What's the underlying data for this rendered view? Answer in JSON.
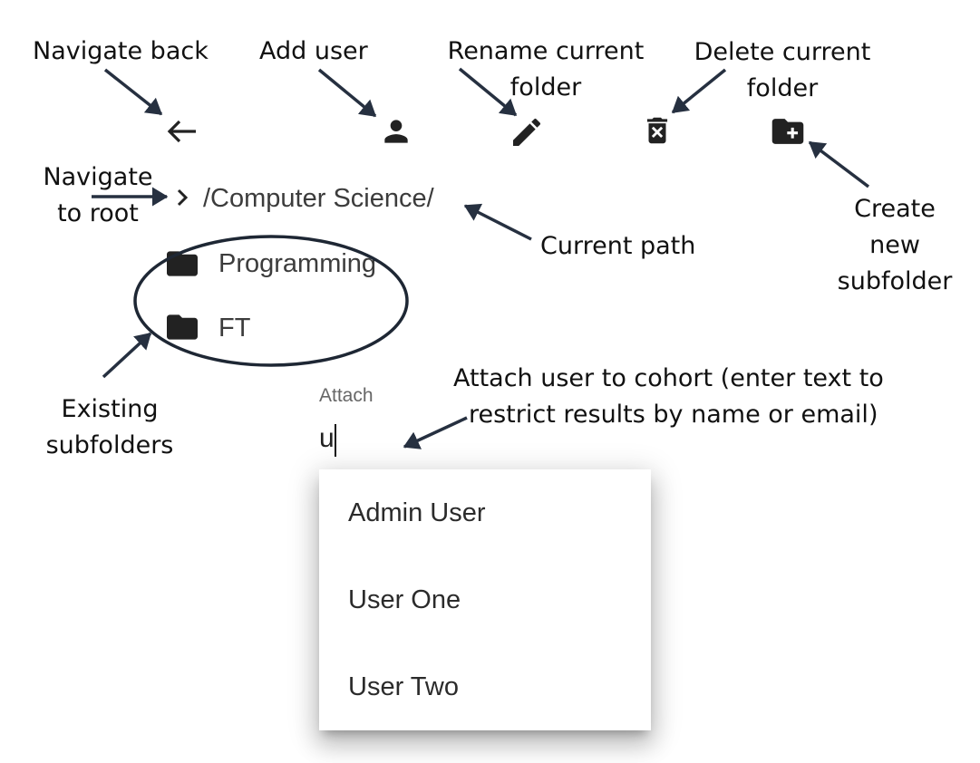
{
  "toolbar": {
    "back_icon": "arrow-left-icon",
    "add_user_icon": "person-icon",
    "rename_icon": "pencil-icon",
    "delete_icon": "trash-x-icon",
    "new_folder_icon": "folder-plus-icon"
  },
  "breadcrumb": {
    "root_icon": "chevron-right-icon",
    "path": "/Computer Science/"
  },
  "subfolders": [
    {
      "name": "Programming",
      "icon": "folder-icon"
    },
    {
      "name": "FT",
      "icon": "folder-icon"
    }
  ],
  "attach": {
    "label": "Attach",
    "value": "u",
    "options": [
      "Admin User",
      "User One",
      "User Two"
    ]
  },
  "annotations": {
    "navigate_back": "Navigate back",
    "add_user": "Add user",
    "rename": [
      "Rename current",
      "folder"
    ],
    "delete": [
      "Delete current",
      "folder"
    ],
    "create": [
      "Create",
      "new",
      "subfolder"
    ],
    "navigate_root": [
      "Navigate",
      "to root"
    ],
    "current_path": "Current path",
    "existing": [
      "Existing",
      "subfolders"
    ],
    "attach_user": [
      "Attach user to cohort (enter text to",
      "restrict results by name or email)"
    ]
  },
  "colors": {
    "annotation_arrow": "#263040",
    "icon": "#222222",
    "ui_text": "#3c3c3c"
  }
}
